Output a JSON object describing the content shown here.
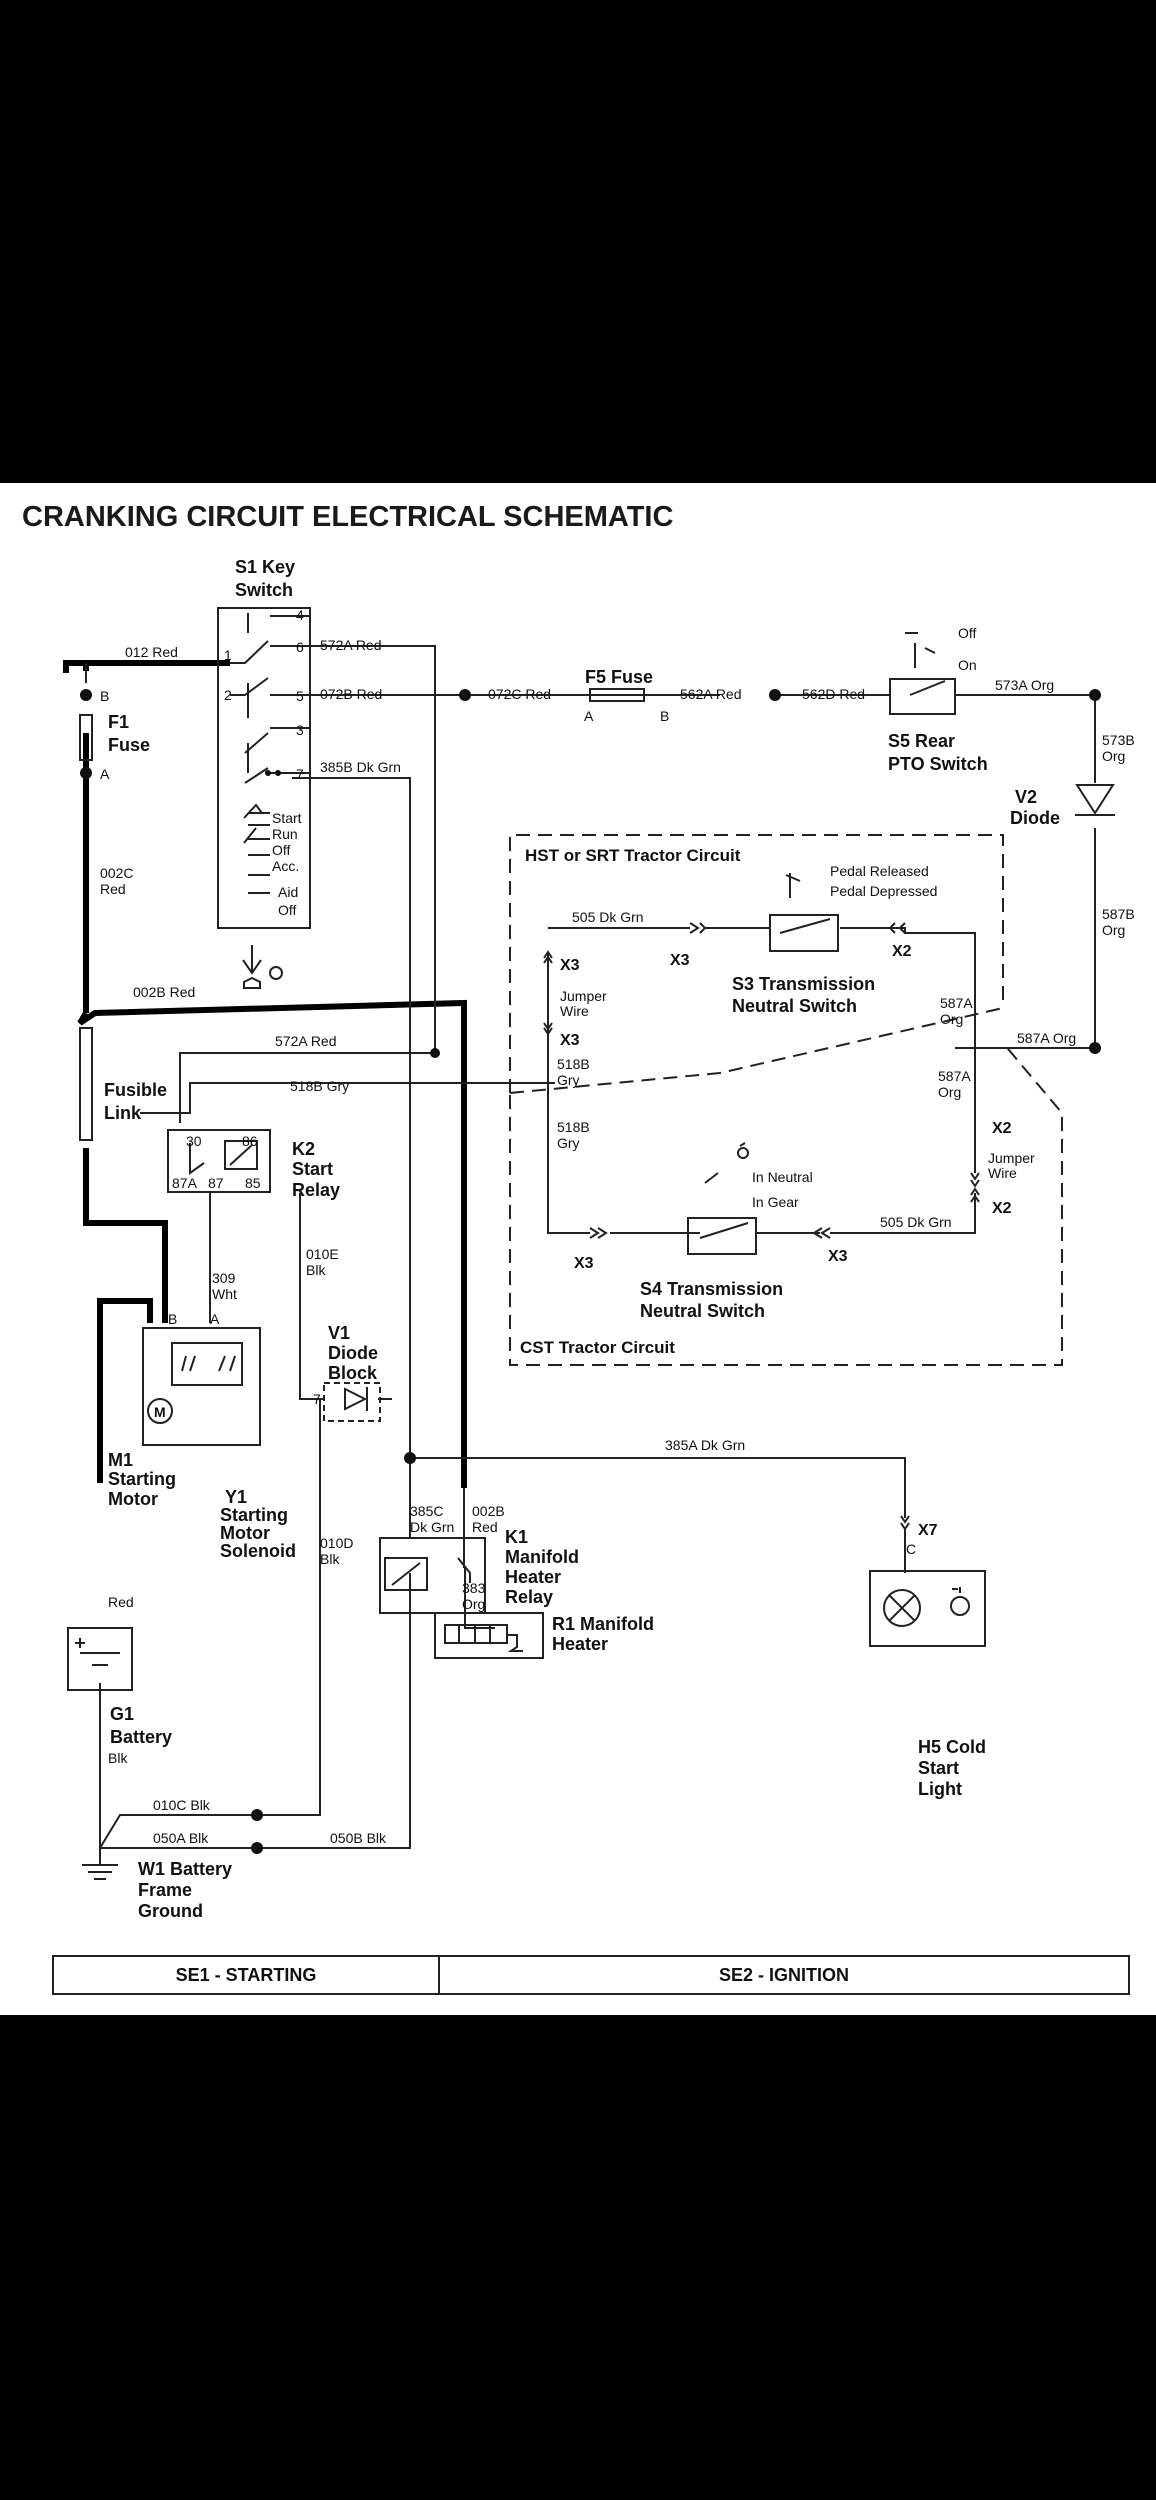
{
  "title": "CRANKING CIRCUIT ELECTRICAL SCHEMATIC",
  "components": {
    "s1": [
      "S1 Key",
      "Switch"
    ],
    "f1": [
      "F1",
      "Fuse"
    ],
    "f5": "F5 Fuse",
    "s5": [
      "S5 Rear",
      "PTO Switch"
    ],
    "v2": [
      "V2",
      "Diode"
    ],
    "hst": "HST or SRT Tractor Circuit",
    "s3": [
      "S3 Transmission",
      "Neutral Switch"
    ],
    "fusible": [
      "Fusible",
      "Link"
    ],
    "k2": [
      "K2",
      "Start",
      "Relay"
    ],
    "s4": [
      "S4 Transmission",
      "Neutral Switch"
    ],
    "cst": "CST Tractor Circuit",
    "m1": [
      "M1",
      "Starting",
      "Motor"
    ],
    "y1": [
      "Y1",
      "Starting",
      "Motor",
      "Solenoid"
    ],
    "v1": [
      "V1",
      "Diode",
      "Block"
    ],
    "k1": [
      "K1",
      "Manifold",
      "Heater",
      "Relay"
    ],
    "r1": [
      "R1 Manifold",
      "Heater"
    ],
    "g1": [
      "G1",
      "Battery"
    ],
    "h5": [
      "H5 Cold",
      "Start",
      "Light"
    ],
    "w1": [
      "W1 Battery",
      "Frame",
      "Ground"
    ]
  },
  "wires": {
    "w012": "012 Red",
    "w572a_top": "572A Red",
    "w072b": "072B Red",
    "w072c": "072C Red",
    "w562a": "562A Red",
    "w562d": "562D Red",
    "w573a": "573A Org",
    "w573b": [
      "573B",
      "Org"
    ],
    "w385b": "385B Dk Grn",
    "w002c": [
      "002C",
      "Red"
    ],
    "w002b": "002B Red",
    "w572a_mid": "572A Red",
    "w518b_gry": "518B Gry",
    "w505_top": "505 Dk Grn",
    "w587b": [
      "587B",
      "Org"
    ],
    "w587a_org": "587A Org",
    "w587a_a": [
      "587A",
      "Org"
    ],
    "w587a_b": [
      "587A",
      "Org"
    ],
    "w518b_a": [
      "518B",
      "Gry"
    ],
    "w518b_b": [
      "518B",
      "Gry"
    ],
    "w505_bot": "505 Dk Grn",
    "w309": [
      "309",
      "Wht"
    ],
    "w010e": [
      "010E",
      "Blk"
    ],
    "w385a": "385A Dk Grn",
    "w385c": [
      "385C",
      "Dk Grn"
    ],
    "w002b_k1": [
      "002B",
      "Red"
    ],
    "w010d": [
      "010D",
      "Blk"
    ],
    "w383": [
      "383",
      "Org"
    ],
    "w_red": "Red",
    "w_blk": "Blk",
    "w010c": "010C Blk",
    "w050a": "050A Blk",
    "w050b": "050B Blk"
  },
  "switch_positions": {
    "s1": [
      "Start",
      "Run",
      "Off",
      "Acc.",
      "Aid",
      "Off"
    ],
    "s1_terms": [
      "4",
      "6",
      "5",
      "3",
      "7",
      "1",
      "2"
    ],
    "s5": [
      "Off",
      "On"
    ],
    "s3": [
      "Pedal Released",
      "Pedal Depressed"
    ],
    "s4": [
      "In Neutral",
      "In Gear"
    ]
  },
  "terminals": {
    "f1": [
      "B",
      "A"
    ],
    "f5": [
      "A",
      "B"
    ],
    "k2": [
      "30",
      "86",
      "87A",
      "87",
      "85"
    ],
    "m1": [
      "B",
      "A"
    ],
    "v1": "7",
    "x7c": "C",
    "motor": "M"
  },
  "connectors": {
    "x3": "X3",
    "x2": "X2",
    "x7": "X7",
    "jumper": [
      "Jumper",
      "Wire"
    ]
  },
  "footer": {
    "se1": "SE1 - STARTING",
    "se2": "SE2 - IGNITION"
  }
}
